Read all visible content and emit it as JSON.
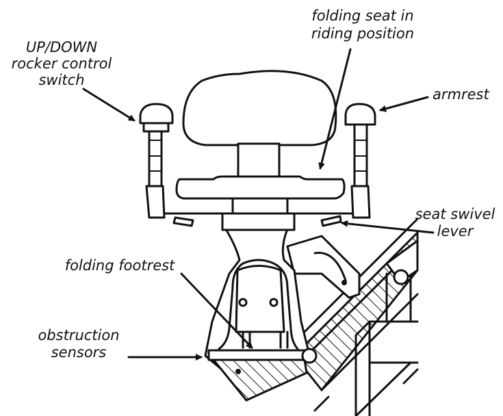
{
  "labels": {
    "folding_seat_1": "folding seat in",
    "folding_seat_2": "riding position",
    "rocker_1": "UP/DOWN",
    "rocker_2": "rocker control",
    "rocker_3": "switch",
    "armrest": "armrest",
    "swivel_1": "seat swivel",
    "swivel_2": "lever",
    "footrest": "folding footrest",
    "sensors_1": "obstruction",
    "sensors_2": "sensors"
  }
}
